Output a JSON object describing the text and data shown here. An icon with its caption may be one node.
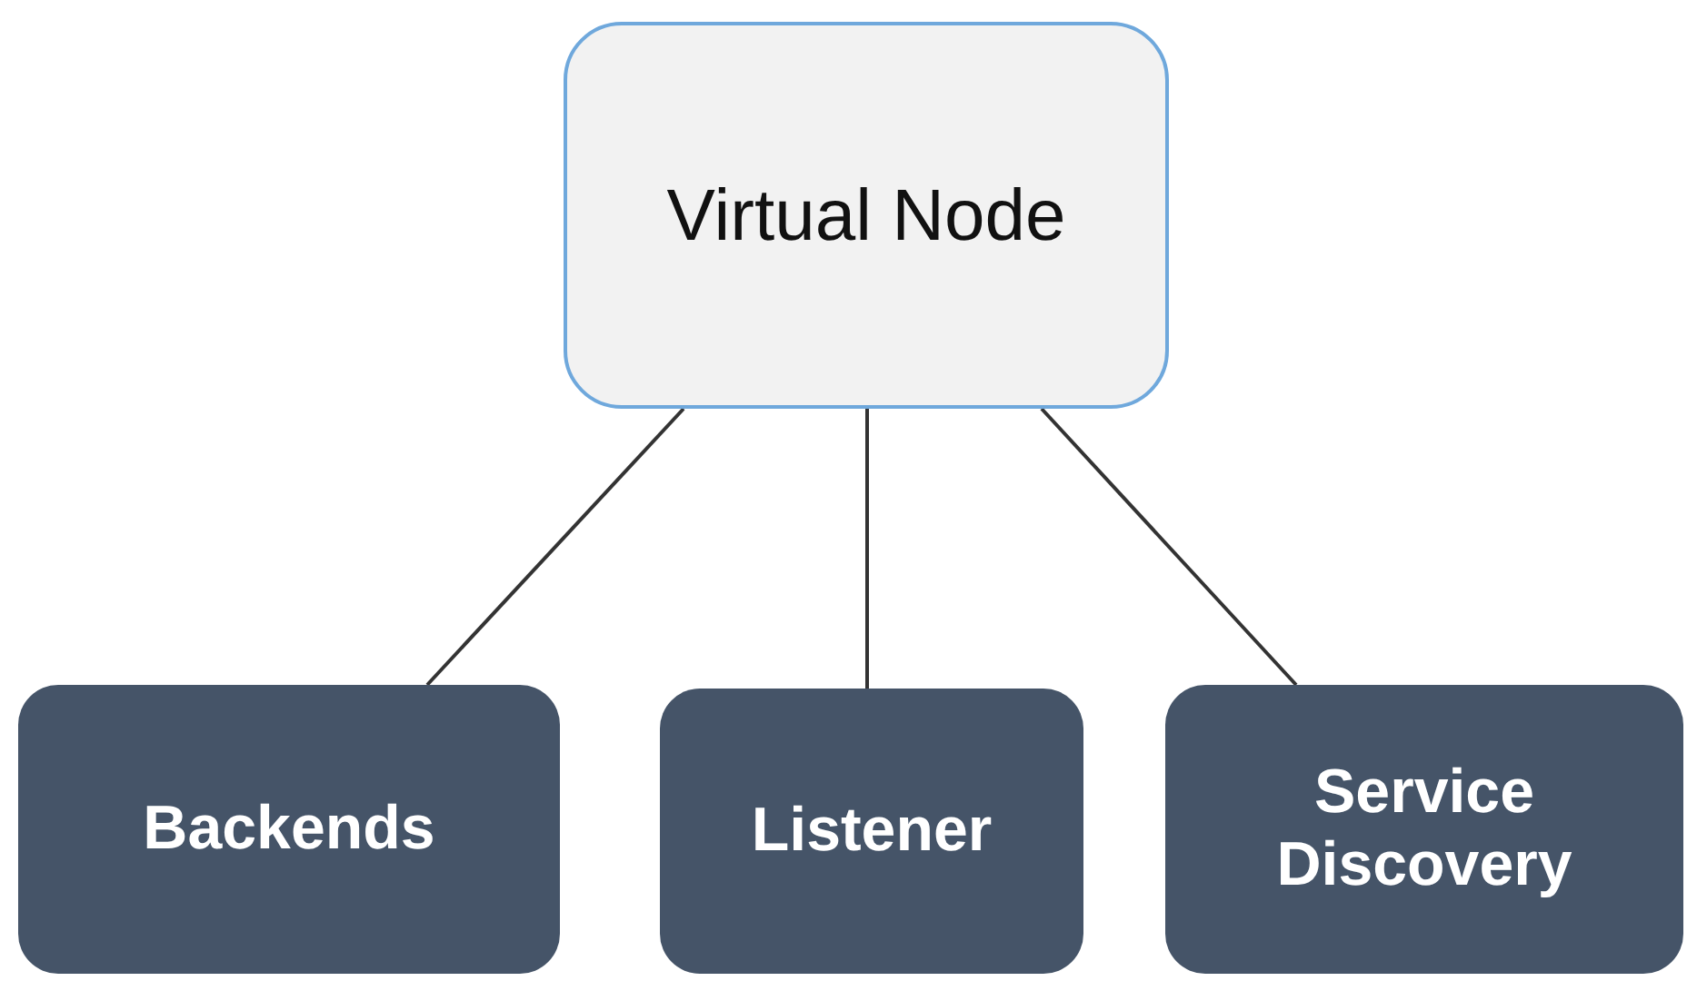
{
  "diagram": {
    "nodes": [
      {
        "text": [
          "Virtual Node"
        ]
      },
      {
        "text": [
          "Backends"
        ]
      },
      {
        "text": [
          "Listener"
        ]
      },
      {
        "text": [
          "Service Discovery"
        ]
      }
    ],
    "edges": [
      {
        "from": 0,
        "to": 1,
        "arrow": "none"
      },
      {
        "from": 0,
        "to": 2,
        "arrow": "none"
      },
      {
        "from": 0,
        "to": 3,
        "arrow": "none"
      }
    ]
  }
}
